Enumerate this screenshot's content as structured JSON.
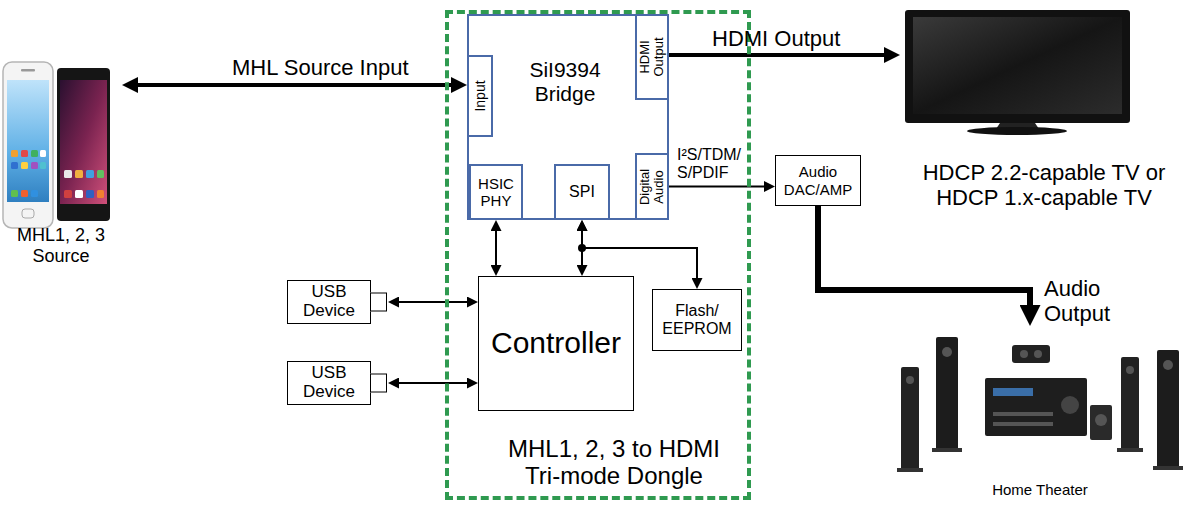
{
  "diagram": {
    "nodes": [
      {
        "text": [
          "MHL1, 2, 3 Source"
        ]
      },
      {
        "text": [
          "MHL1, 2, 3 to HDMI Tri-mode Dongle"
        ]
      },
      {
        "text": [
          "SiI9394 Bridge"
        ],
        "in": 1
      },
      {
        "text": [
          "Input"
        ],
        "in": 2
      },
      {
        "text": [
          "HDMI Output"
        ],
        "in": 2
      },
      {
        "text": [
          "HSIC PHY"
        ],
        "in": 2
      },
      {
        "text": [
          "SPI"
        ],
        "in": 2
      },
      {
        "text": [
          "Digital Audio"
        ],
        "in": 2
      },
      {
        "text": [
          "USB Device"
        ]
      },
      {
        "text": [
          "USB Device"
        ]
      },
      {
        "text": [
          "Controller"
        ],
        "in": 1
      },
      {
        "text": [
          "Flash/ EEPROM"
        ],
        "in": 1
      },
      {
        "text": [
          "Audio DAC/AMP"
        ]
      },
      {
        "text": [
          "HDCP 2.2-capable TV or HDCP 1.x-capable TV"
        ]
      },
      {
        "text": [
          "Home Theater"
        ]
      }
    ],
    "edges": [
      {
        "from": 0,
        "to": 3,
        "arrow": "both",
        "label": "MHL Source Input"
      },
      {
        "from": 4,
        "to": 13,
        "arrow": "to",
        "label": "HDMI Output"
      },
      {
        "from": 7,
        "to": 12,
        "arrow": "to",
        "label": "I²S/TDM/ S/PDIF"
      },
      {
        "from": 12,
        "to": 14,
        "arrow": "to",
        "label": "Audio Output"
      },
      {
        "from": 5,
        "to": 10,
        "arrow": "both"
      },
      {
        "from": 6,
        "to": 10,
        "arrow": "both"
      },
      {
        "from": 6,
        "to": 11,
        "arrow": "both"
      },
      {
        "from": 8,
        "to": 10,
        "arrow": "both"
      },
      {
        "from": 9,
        "to": 10,
        "arrow": "both"
      }
    ]
  }
}
